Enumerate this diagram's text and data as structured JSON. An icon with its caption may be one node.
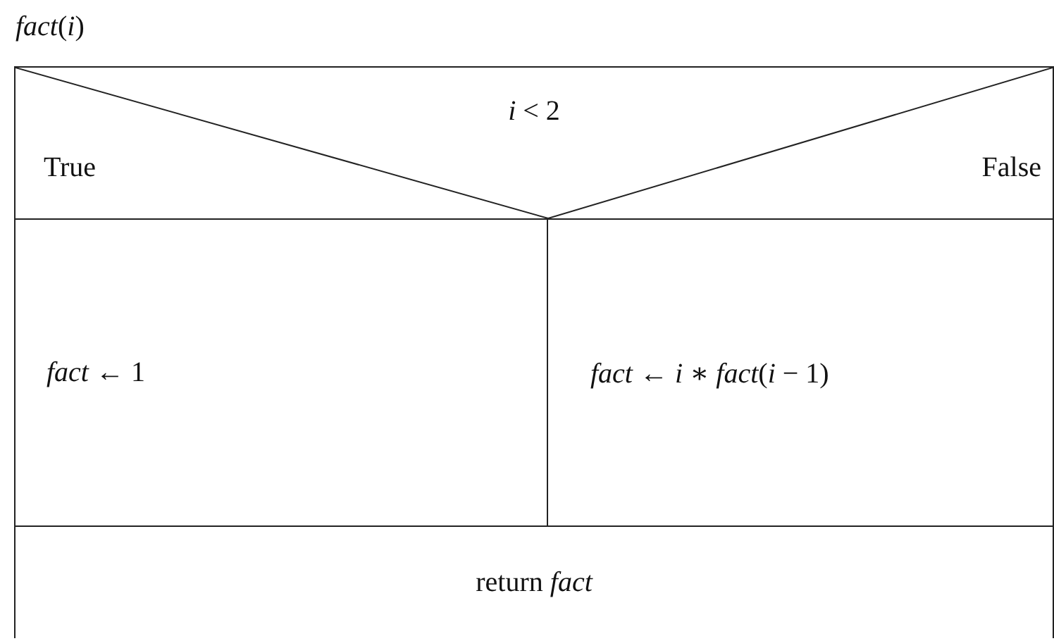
{
  "diagram": {
    "nodes": [
      {
        "text": [
          "*fact*(*i*)"
        ]
      },
      {
        "text": [
          "*i* < 2",
          "True",
          "False"
        ],
        "in": 0
      },
      {
        "text": [
          "*fact* ← 1"
        ],
        "in": 0
      },
      {
        "text": [
          "*fact* ← *i* ∗ *fact*(*i* − 1)"
        ],
        "in": 0
      },
      {
        "text": [
          "return *fact*"
        ],
        "in": 0
      }
    ]
  }
}
